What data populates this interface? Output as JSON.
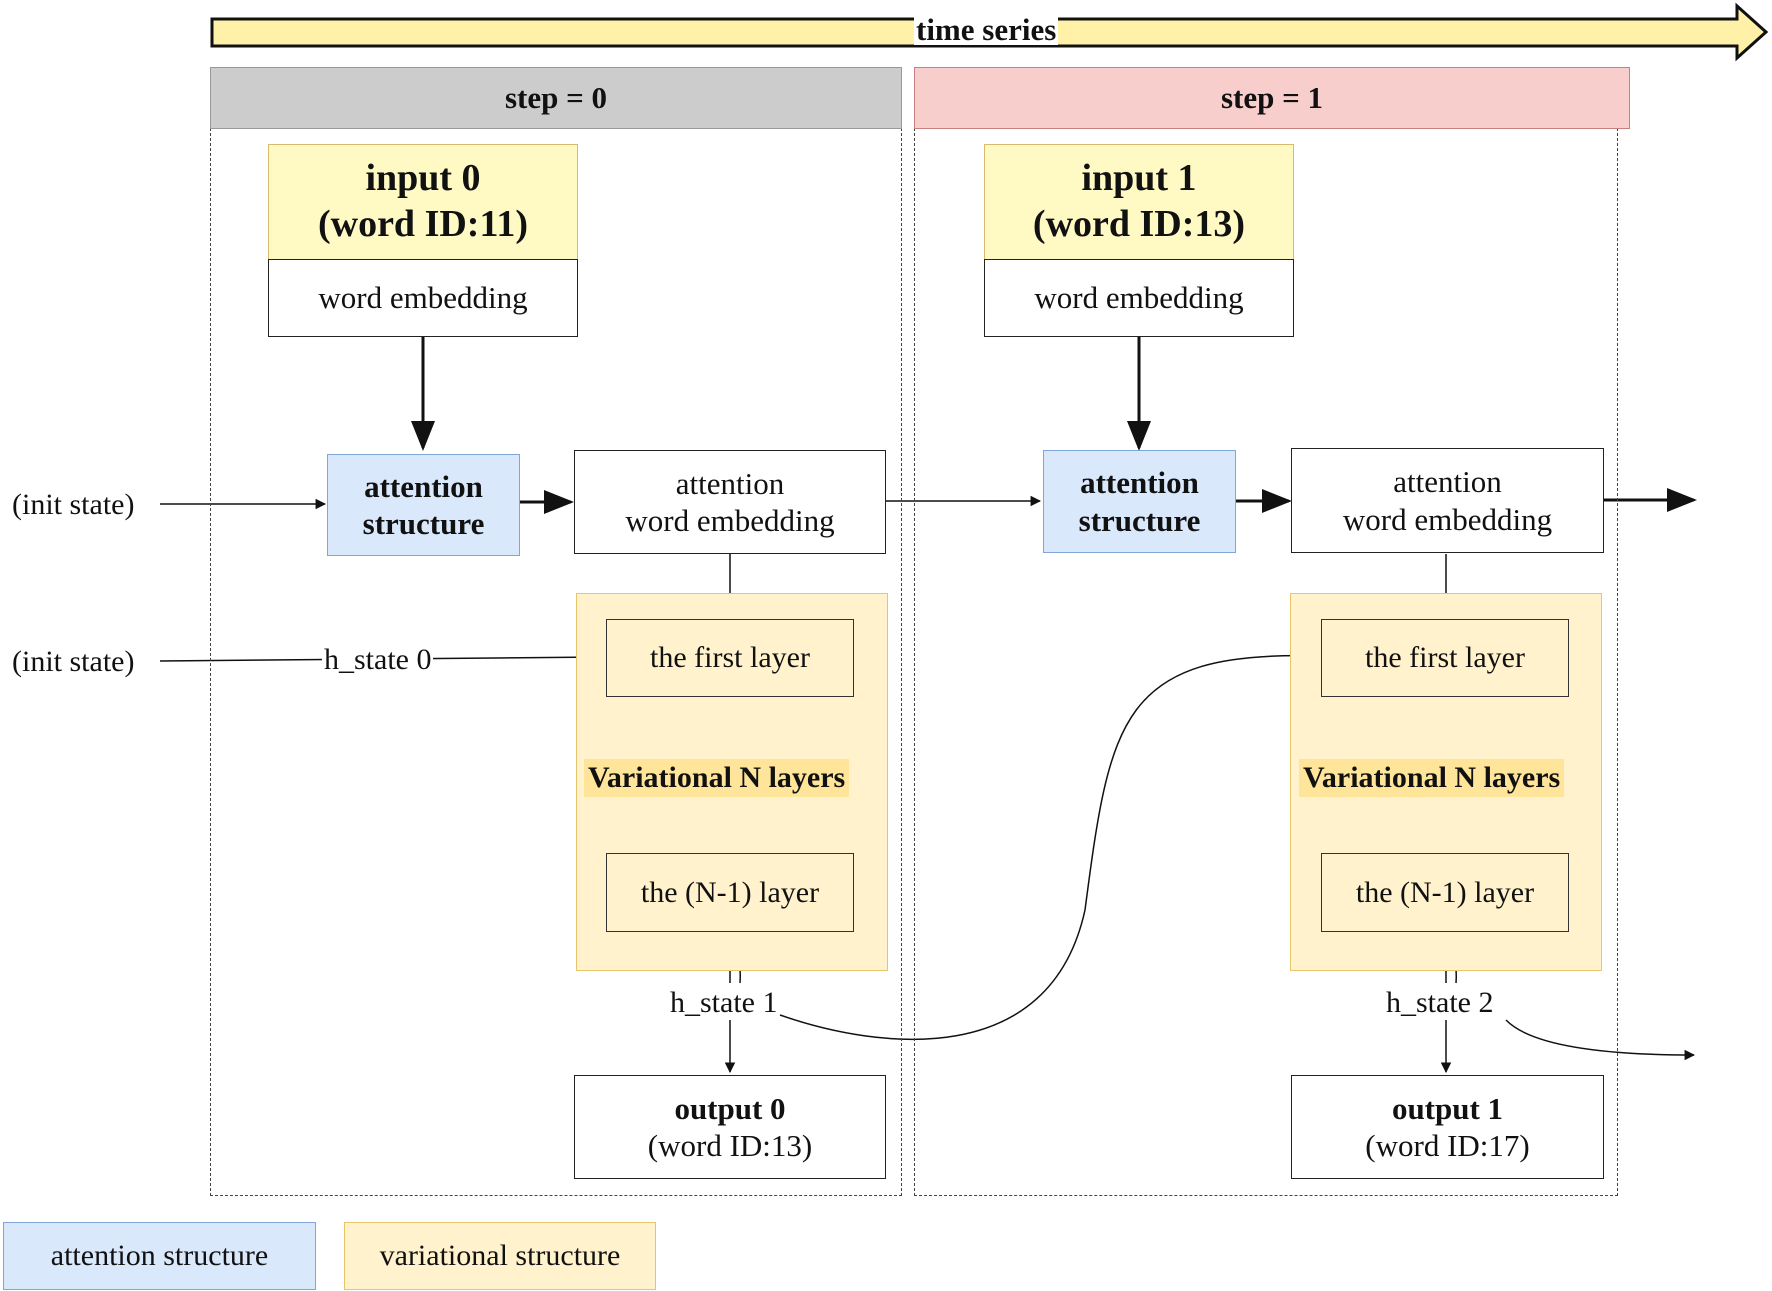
{
  "header": {
    "time_label": "time series"
  },
  "steps": [
    {
      "title": "step = 0",
      "input_title": "input 0",
      "input_word": "(word ID:11)",
      "embedding": "word embedding",
      "attention_line1": "attention",
      "attention_line2": "structure",
      "attn_embed_line1": "attention",
      "attn_embed_line2": "word embedding",
      "first_layer": "the first layer",
      "variational_label": "Variational N layers",
      "last_layer": "the (N-1) layer",
      "h_state_out": "h_state 1",
      "output_title": "output 0",
      "output_word": "(word ID:13)"
    },
    {
      "title": "step = 1",
      "input_title": "input 1",
      "input_word": "(word ID:13)",
      "embedding": "word embedding",
      "attention_line1": "attention",
      "attention_line2": "structure",
      "attn_embed_line1": "attention",
      "attn_embed_line2": "word embedding",
      "first_layer": "the first layer",
      "variational_label": "Variational N layers",
      "last_layer": "the (N-1) layer",
      "h_state_out": "h_state 2",
      "output_title": "output 1",
      "output_word": "(word ID:17)"
    }
  ],
  "init_state_attention": "(init state)",
  "init_state_hidden": "(init state)",
  "h_state_0": "h_state 0",
  "legend": {
    "attention": "attention structure",
    "variational": "variational structure"
  },
  "colors": {
    "step0_header": "#cccccc",
    "step1_header": "#f8cecc",
    "input": "#fff9c4",
    "attention": "#dae8fc",
    "variational": "#fff2cc",
    "arrow_band": "#fff2a8"
  }
}
